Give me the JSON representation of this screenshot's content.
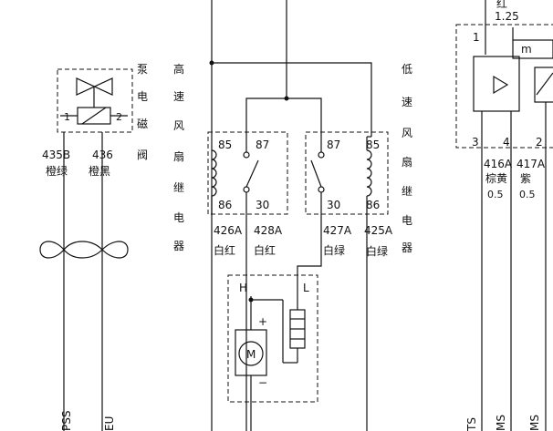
{
  "pump_valve": {
    "pin1": "1",
    "pin2": "2",
    "title_chars": [
      "泵",
      "电",
      "磁",
      "阀"
    ],
    "wire_left_code": "435B",
    "wire_left_color": "橙绿",
    "wire_right_code": "436",
    "wire_right_color": "橙黑",
    "conn_left": "PSS",
    "conn_right": "EU"
  },
  "high_speed_relay": {
    "title_chars": [
      "高",
      "速",
      "风",
      "扇",
      "继",
      "电",
      "器"
    ],
    "pin_85": "85",
    "pin_87": "87",
    "pin_86": "86",
    "pin_30": "30",
    "wire_left_code": "426A",
    "wire_left_color": "白红",
    "wire_right_code": "428A",
    "wire_right_color": "白红"
  },
  "low_speed_relay": {
    "title_chars": [
      "低",
      "速",
      "风",
      "扇",
      "继",
      "电",
      "器"
    ],
    "pin_87": "87",
    "pin_85": "85",
    "pin_30": "30",
    "pin_86": "86",
    "wire_left_code": "427A",
    "wire_left_color": "白绿",
    "wire_right_code": "425A",
    "wire_right_color": "白绿"
  },
  "fan_motor": {
    "h_label": "H",
    "l_label": "L",
    "motor_label": "M",
    "plus": "+",
    "minus": "−"
  },
  "right_module": {
    "top_color": "红",
    "top_size": "1.25",
    "pin1": "1",
    "m_label": "m",
    "pin3": "3",
    "pin4": "4",
    "pin2": "2",
    "wire1_code": "416A",
    "wire1_color": "棕黄",
    "wire1_size": "0.5",
    "wire2_code": "417A",
    "wire2_color": "紫",
    "wire2_size": "0.5",
    "conn_labels": [
      "TS",
      "MS",
      "MS"
    ]
  }
}
